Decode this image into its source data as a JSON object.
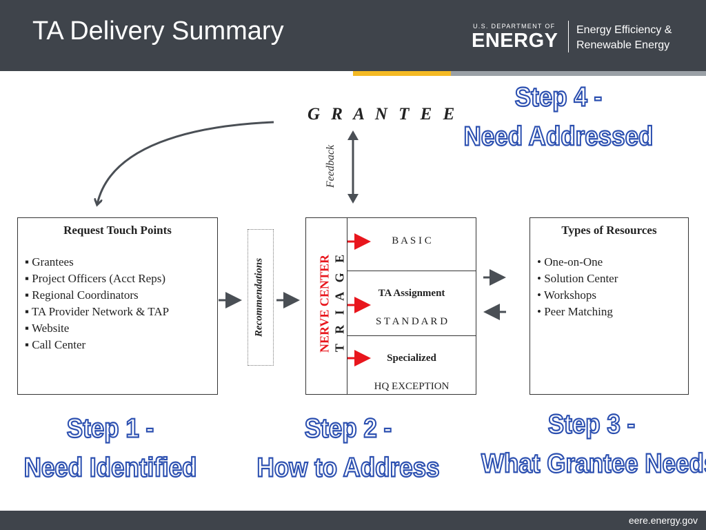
{
  "header": {
    "title": "TA Delivery Summary",
    "logo_small": "U.S. DEPARTMENT OF",
    "logo_big": "ENERGY",
    "logo_office_line1": "Energy Efficiency &",
    "logo_office_line2": "Renewable Energy"
  },
  "footer": {
    "url": "eere.energy.gov"
  },
  "diagram": {
    "grantee": "G R A N T E E",
    "feedback": "Feedback",
    "recommendations": "Recommendations",
    "touch_points": {
      "heading": "Request Touch Points",
      "items": [
        "Grantees",
        "Project Officers (Acct Reps)",
        "Regional Coordinators",
        "TA Provider Network & TAP",
        "Website",
        "Call Center"
      ]
    },
    "triage": {
      "nerve_center": "NERVE CENTER",
      "triage_label": "T R I A G E",
      "basic": "B A S I C",
      "ta_assignment": "TA Assignment",
      "standard": "S T A N D A R D",
      "specialized": "Specialized",
      "hq_exception": "HQ EXCEPTION"
    },
    "resources": {
      "heading": "Types of Resources",
      "items": [
        "One-on-One",
        "Solution Center",
        "Workshops",
        "Peer Matching"
      ]
    },
    "steps": {
      "step1_line1": "Step 1 -",
      "step1_line2": "Need Identified",
      "step2_line1": "Step 2 -",
      "step2_line2": "How to Address",
      "step3_line1": "Step 3 -",
      "step3_line2": "What Grantee Needs",
      "step4_line1": "Step 4 -",
      "step4_line2": "Need Addressed"
    }
  },
  "colors": {
    "header_bg": "#3f444b",
    "accent_yellow": "#f4b923",
    "accent_gray": "#9aa0a6",
    "step_outline": "#2b4fb0",
    "nerve_red": "#e8161d",
    "arrow_gray": "#4a4f55"
  }
}
